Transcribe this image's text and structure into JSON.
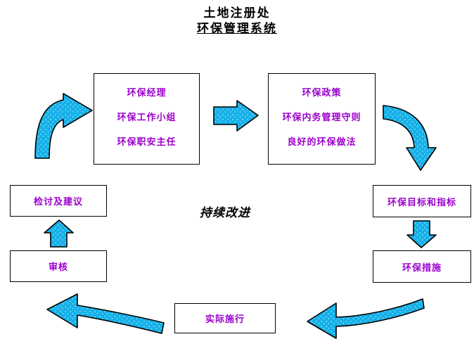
{
  "title": {
    "line1": "土地注册处",
    "line2": "环保管理系统"
  },
  "colors": {
    "text_purple": "#9B00CC",
    "arrow_fill": "#17B0E8",
    "arrow_stroke": "#000000",
    "box_border": "#000000",
    "background": "#FFFFFF",
    "caption_black": "#000000"
  },
  "boxes": {
    "management": {
      "lines": [
        "环保经理",
        "环保工作小组",
        "环保职安主任"
      ]
    },
    "policy": {
      "lines": [
        "环保政策",
        "环保内务管理守则",
        "良好的环保做法"
      ]
    },
    "targets": {
      "label": "环保目标和指标"
    },
    "measures": {
      "label": "环保措施"
    },
    "implement": {
      "label": "实际施行"
    },
    "audit": {
      "label": "审核"
    },
    "review": {
      "label": "检讨及建议"
    }
  },
  "caption": {
    "continuous_improvement": "持续改进"
  },
  "arrows": [
    {
      "name": "curved-arrow-start-to-management",
      "direction": "up-right"
    },
    {
      "name": "arrow-management-to-policy",
      "direction": "right"
    },
    {
      "name": "curved-arrow-policy-to-targets",
      "direction": "down"
    },
    {
      "name": "arrow-targets-to-measures",
      "direction": "down"
    },
    {
      "name": "curved-arrow-measures-to-implement",
      "direction": "left"
    },
    {
      "name": "curved-arrow-implement-to-audit",
      "direction": "up-left"
    },
    {
      "name": "arrow-audit-to-review",
      "direction": "up"
    }
  ]
}
